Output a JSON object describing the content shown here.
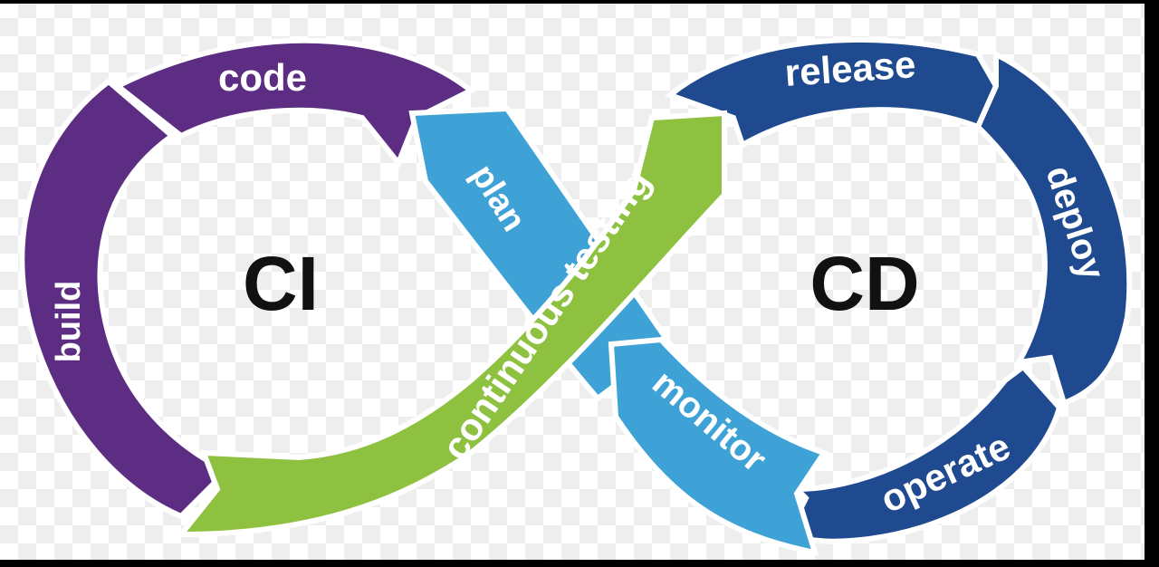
{
  "left_loop": {
    "title": "CI",
    "color": "#5c2d82"
  },
  "right_loop": {
    "title": "CD",
    "color": "#1f4a8f"
  },
  "stages": {
    "code": "code",
    "build": "build",
    "plan": "plan",
    "continuous_testing": "continuous testing",
    "release": "release",
    "deploy": "deploy",
    "operate": "operate",
    "monitor": "monitor"
  },
  "colors": {
    "purple": "#5c2d82",
    "navy": "#1f4a8f",
    "light_blue": "#3ea2d6",
    "green": "#8dc13f"
  }
}
